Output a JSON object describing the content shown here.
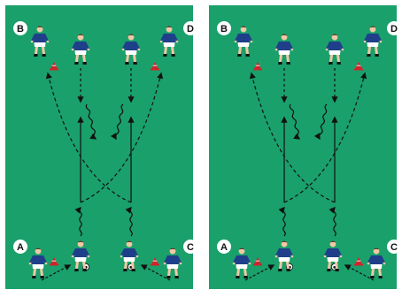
{
  "colors": {
    "pitch": "#1aa06b",
    "border": "#ffffff",
    "jersey": "#1f3f8a",
    "shorts": "#ffffff",
    "skin": "#f1c9a4",
    "hair": "#3a2a1a",
    "cone": "#d2232a",
    "line": "#111111",
    "label_fill": "#ffffff",
    "label_text": "#111111"
  },
  "diagrams": [
    {
      "name": "left",
      "labels": {
        "top_left": "B",
        "top_right": "D",
        "bottom_left": "A",
        "bottom_right": "C"
      }
    },
    {
      "name": "right",
      "labels": {
        "top_left": "B",
        "top_right": "D",
        "bottom_left": "A",
        "bottom_right": "C"
      }
    }
  ],
  "icons": {
    "player": "player-figure",
    "cone": "cone-marker",
    "ball": "soccer-ball",
    "label": "station-label"
  }
}
